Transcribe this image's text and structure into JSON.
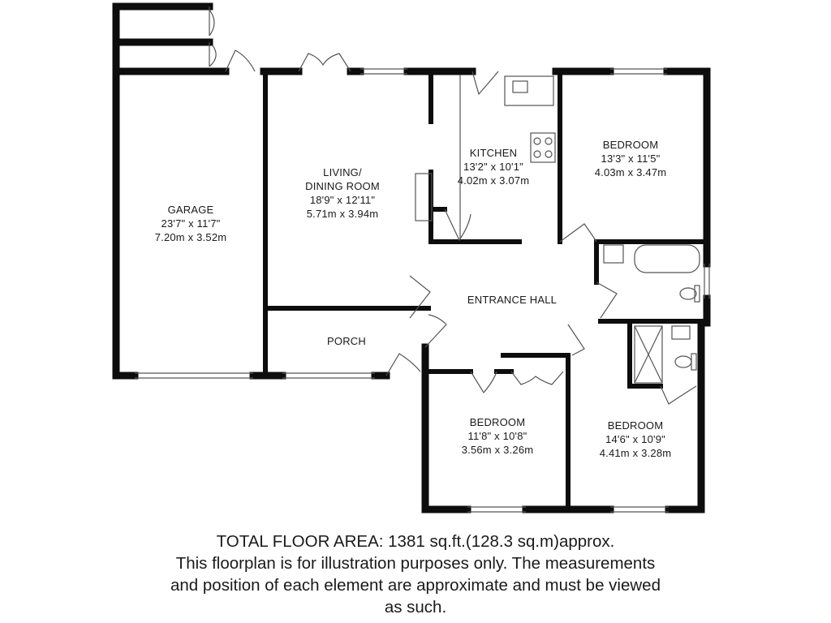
{
  "rooms": {
    "garage": {
      "name": "GARAGE",
      "imperial": "23'7\" x 11'7\"",
      "metric": "7.20m x 3.52m"
    },
    "living": {
      "name_line1": "LIVING/",
      "name_line2": "DINING ROOM",
      "imperial": "18'9\" x 12'11\"",
      "metric": "5.71m x 3.94m"
    },
    "kitchen": {
      "name": "KITCHEN",
      "imperial": "13'2\" x 10'1\"",
      "metric": "4.02m x 3.07m"
    },
    "bedroom1": {
      "name": "BEDROOM",
      "imperial": "13'3\" x 11'5\"",
      "metric": "4.03m x 3.47m"
    },
    "hall": {
      "name": "ENTRANCE HALL"
    },
    "porch": {
      "name": "PORCH"
    },
    "bedroom2": {
      "name": "BEDROOM",
      "imperial": "11'8\" x 10'8\"",
      "metric": "3.56m x 3.26m"
    },
    "bedroom3": {
      "name": "BEDROOM",
      "imperial": "14'6\" x 10'9\"",
      "metric": "4.41m x 3.28m"
    }
  },
  "footer": {
    "line1": "TOTAL FLOOR AREA: 1381 sq.ft.(128.3 sq.m)approx.",
    "line2": "This floorplan is for illustration purposes only. The measurements",
    "line3": "and position of each element are approximate and must be viewed",
    "line4": "as such."
  },
  "colors": {
    "wall": "#0d0d0d",
    "thin_line": "#555555",
    "background": "#ffffff"
  }
}
